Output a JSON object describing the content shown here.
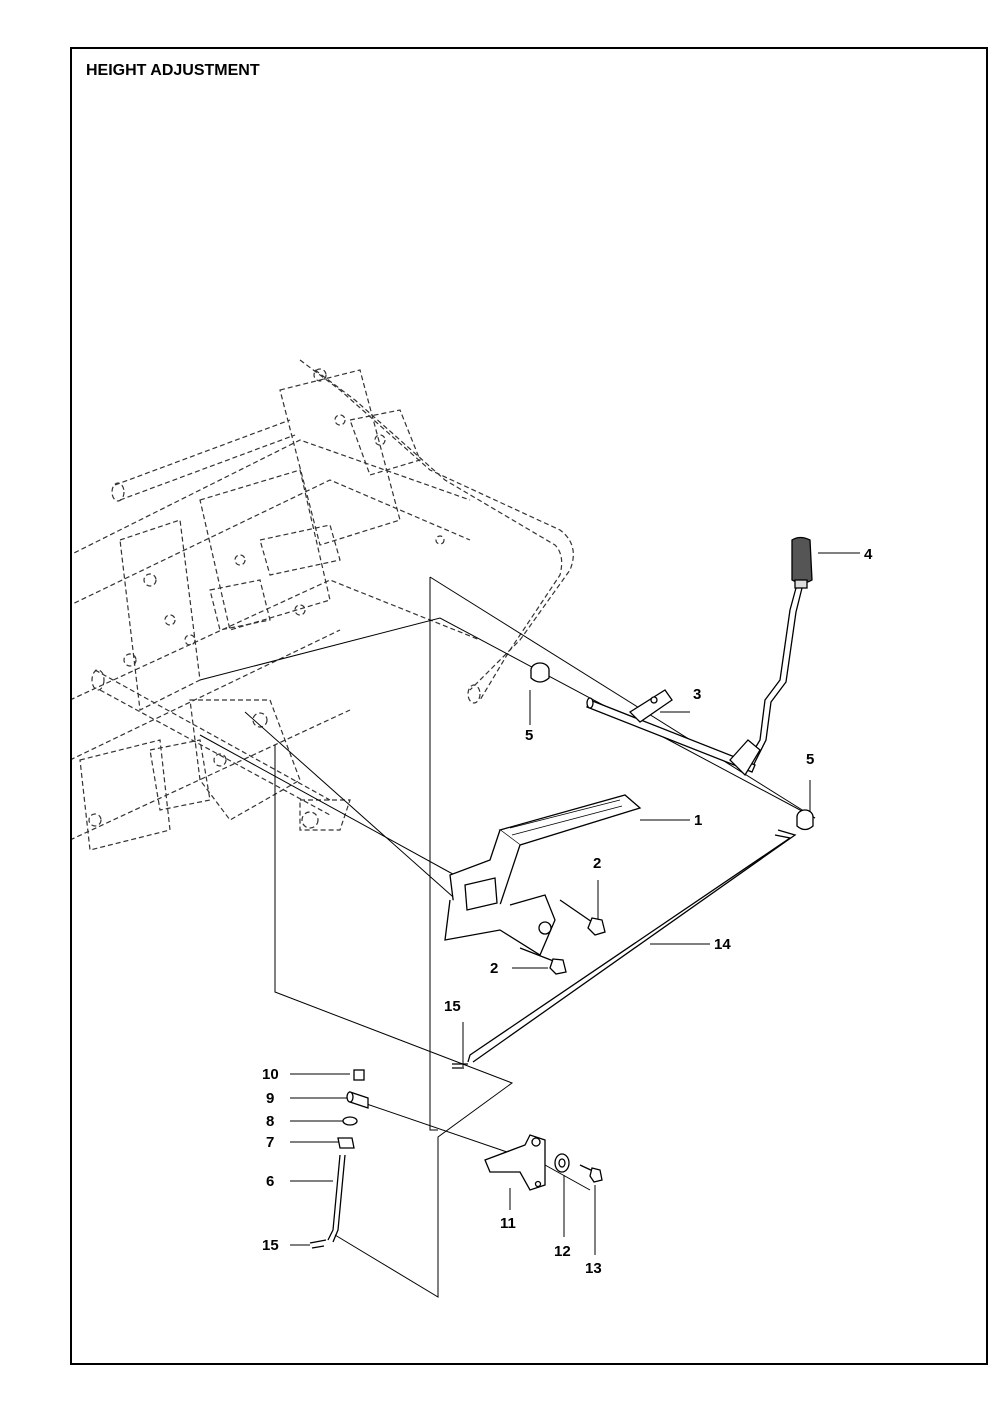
{
  "title": "HEIGHT ADJUSTMENT",
  "callouts": {
    "c1": "1",
    "c2a": "2",
    "c2b": "2",
    "c3": "3",
    "c4": "4",
    "c5a": "5",
    "c5b": "5",
    "c6": "6",
    "c7": "7",
    "c8": "8",
    "c9": "9",
    "c10": "10",
    "c11": "11",
    "c12": "12",
    "c13": "13",
    "c14": "14",
    "c15a": "15",
    "c15b": "15"
  }
}
